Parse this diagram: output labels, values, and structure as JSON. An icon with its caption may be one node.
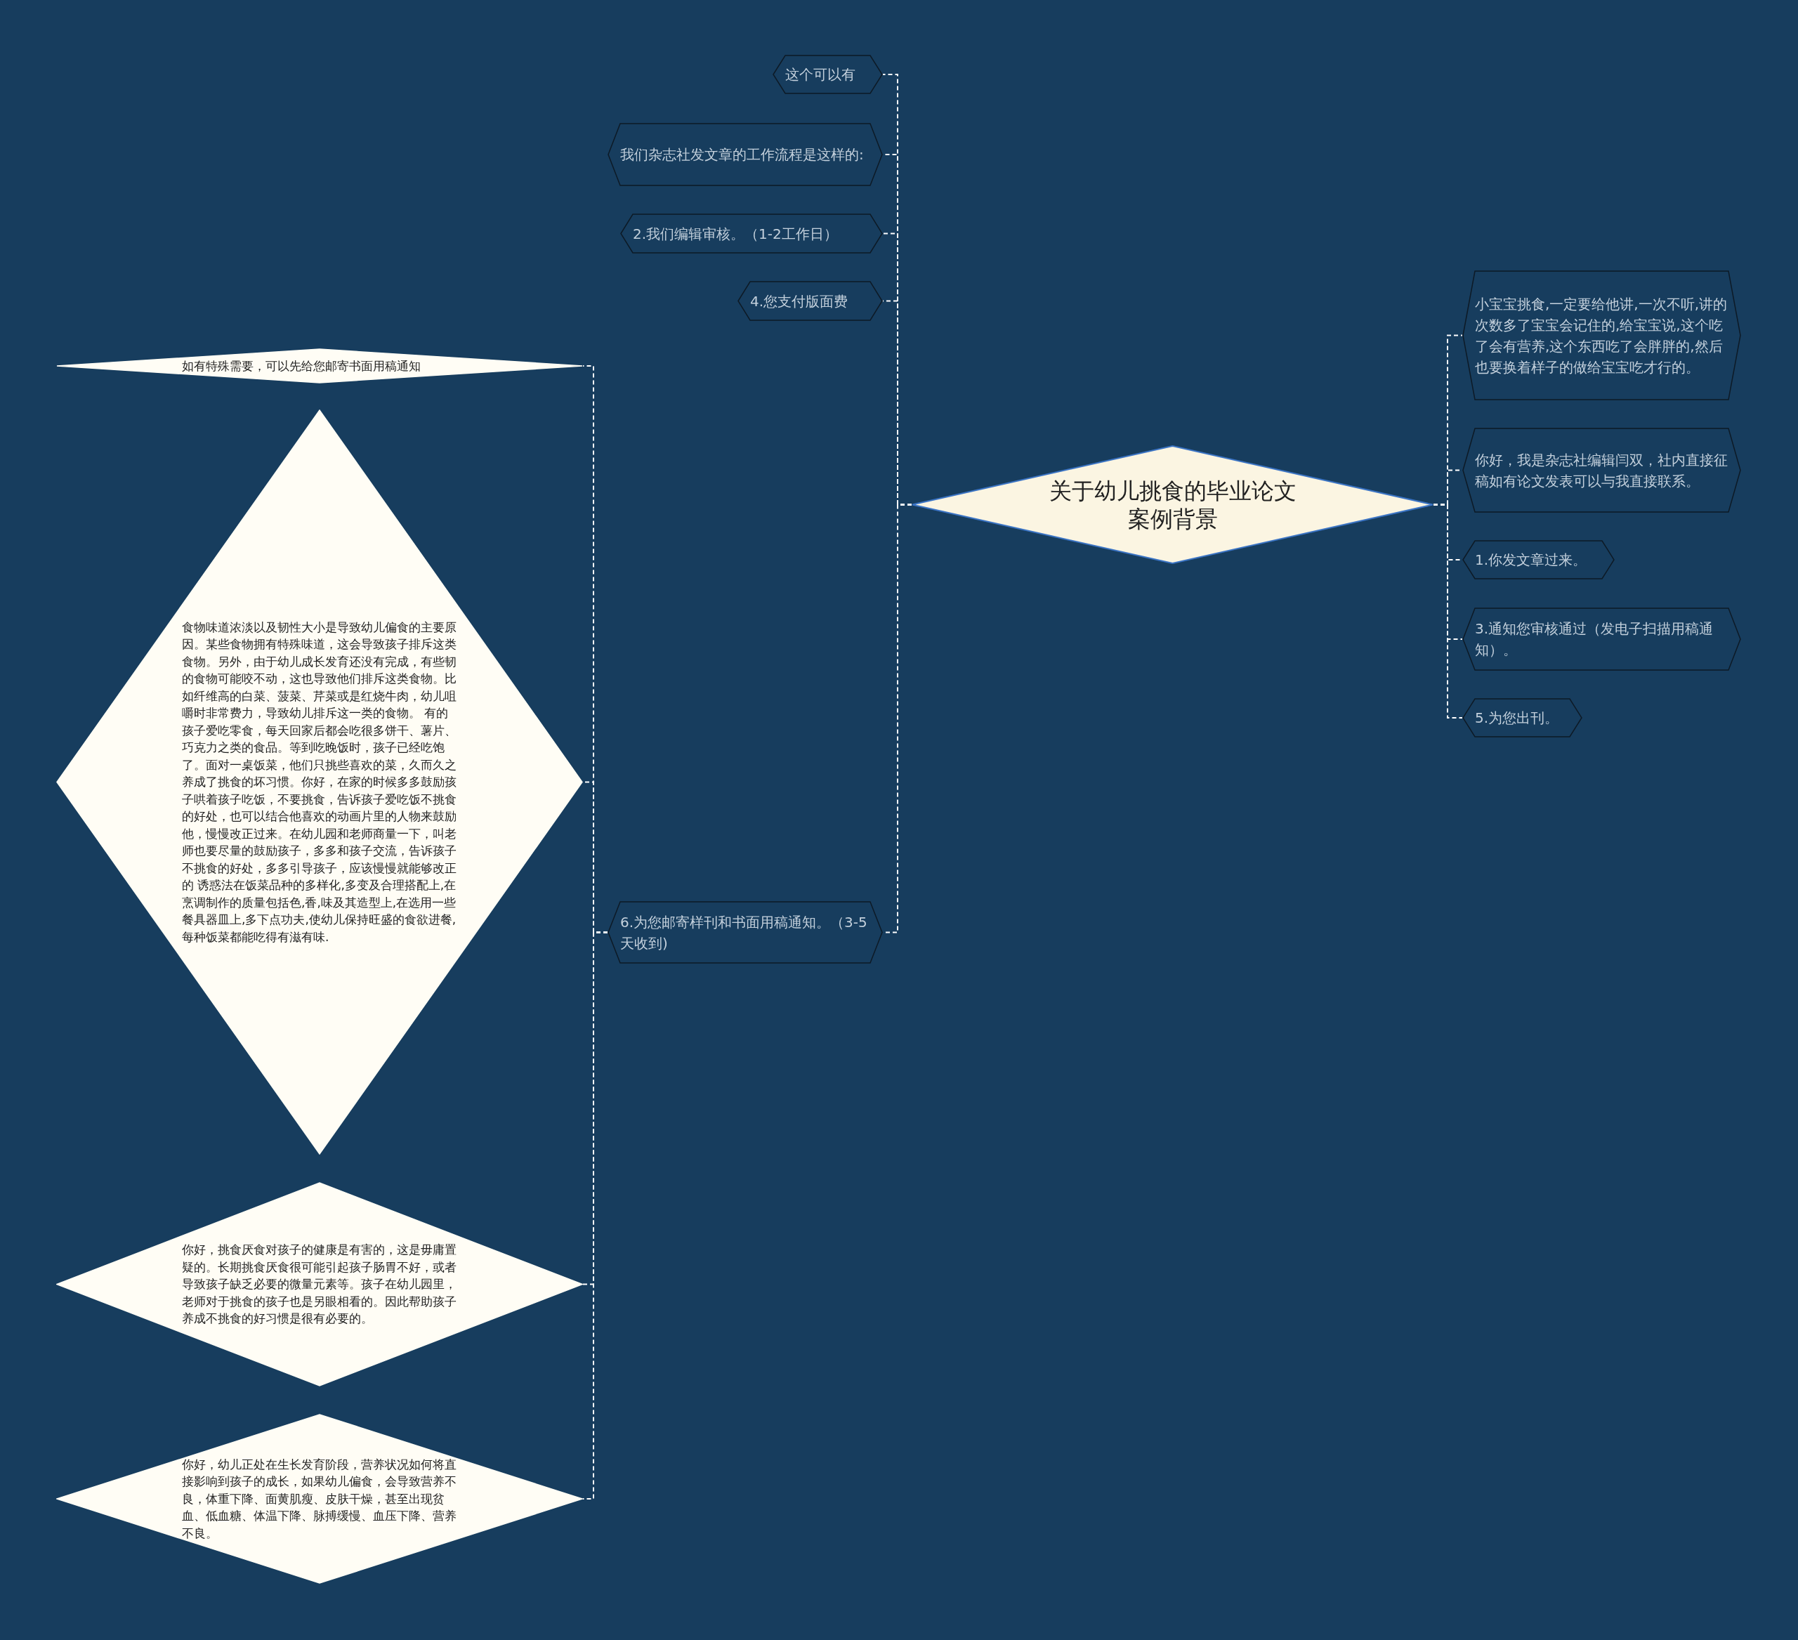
{
  "diagram": {
    "nodes": [
      {
        "text": [
          "关于幼儿挑食的毕业论文案例背景"
        ]
      },
      {
        "text": [
          "这个可以有"
        ]
      },
      {
        "text": [
          "我们杂志社发文章的工作流程是这样的:"
        ]
      },
      {
        "text": [
          "2.我们编辑审核。（1-2工作日）"
        ]
      },
      {
        "text": [
          "4.您支付版面费"
        ]
      },
      {
        "text": [
          "6.为您邮寄样刊和书面用稿通知。（3-5天收到)"
        ]
      },
      {
        "text": [
          "如有特殊需要，可以先给您邮寄书面用稿通知"
        ]
      },
      {
        "text": [
          "食物味道浓淡以及韧性大小是导致幼儿偏食的主要原因。某些食物拥有特殊味道，这会导致孩子排斥这类食物。另外，由于幼儿成长发育还没有完成，有些韧的食物可能咬不动，这也导致他们排斥这类食物。比如纤维高的白菜、菠菜、芹菜或是红烧牛肉，幼儿咀嚼时非常费力，导致幼儿排斥这一类的食物。 有的孩子爱吃零食，每天回家后都会吃很多饼干、薯片、巧克力之类的食品。等到吃晚饭时，孩子已经吃饱了。面对一桌饭菜，他们只挑些喜欢的菜，久而久之养成了挑食的坏习惯。你好，在家的时候多多鼓励孩子哄着孩子吃饭，不要挑食，告诉孩子爱吃饭不挑食的好处，也可以结合他喜欢的动画片里的人物来鼓励他，慢慢改正过来。在幼儿园和老师商量一下，叫老师也要尽量的鼓励孩子，多多和孩子交流，告诉孩子不挑食的好处，多多引导孩子，应该慢慢就能够改正的  诱惑法在饭菜品种的多样化,多变及合理搭配上,在烹调制作的质量包括色,香,味及其造型上,在选用一些餐具器皿上,多下点功夫,使幼儿保持旺盛的食欲进餐,每种饭菜都能吃得有滋有味."
        ]
      },
      {
        "text": [
          "你好，挑食厌食对孩子的健康是有害的，这是毋庸置疑的。长期挑食厌食很可能引起孩子肠胃不好，或者导致孩子缺乏必要的微量元素等。孩子在幼儿园里，老师对于挑食的孩子也是另眼相看的。因此帮助孩子养成不挑食的好习惯是很有必要的。"
        ]
      },
      {
        "text": [
          "你好，幼儿正处在生长发育阶段，营养状况如何将直接影响到孩子的成长，如果幼儿偏食，会导致营养不良，体重下降、面黄肌瘦、皮肤干燥，甚至出现贫血、低血糖、体温下降、脉搏缓慢、血压下降、营养不良。"
        ]
      },
      {
        "text": [
          "小宝宝挑食,一定要给他讲,一次不听,讲的次数多了宝宝会记住的,给宝宝说,这个吃了会有营养,这个东西吃了会胖胖的,然后也要换着样子的做给宝宝吃才行的。"
        ]
      },
      {
        "text": [
          "你好，我是杂志社编辑闫双，社内直接征稿如有论文发表可以与我直接联系。"
        ]
      },
      {
        "text": [
          "1.你发文章过来。"
        ]
      },
      {
        "text": [
          "3.通知您审核通过（发电子扫描用稿通知）。"
        ]
      },
      {
        "text": [
          "5.为您出刊。"
        ]
      }
    ],
    "edges": [
      {
        "from": 0,
        "to": 1,
        "arrow": "none"
      },
      {
        "from": 0,
        "to": 2,
        "arrow": "none"
      },
      {
        "from": 0,
        "to": 3,
        "arrow": "none"
      },
      {
        "from": 0,
        "to": 4,
        "arrow": "none"
      },
      {
        "from": 0,
        "to": 5,
        "arrow": "none"
      },
      {
        "from": 5,
        "to": 6,
        "arrow": "none"
      },
      {
        "from": 5,
        "to": 7,
        "arrow": "none"
      },
      {
        "from": 5,
        "to": 8,
        "arrow": "none"
      },
      {
        "from": 5,
        "to": 9,
        "arrow": "none"
      },
      {
        "from": 0,
        "to": 10,
        "arrow": "none"
      },
      {
        "from": 0,
        "to": 11,
        "arrow": "none"
      },
      {
        "from": 0,
        "to": 12,
        "arrow": "none"
      },
      {
        "from": 0,
        "to": 13,
        "arrow": "none"
      },
      {
        "from": 0,
        "to": 14,
        "arrow": "none"
      }
    ]
  }
}
